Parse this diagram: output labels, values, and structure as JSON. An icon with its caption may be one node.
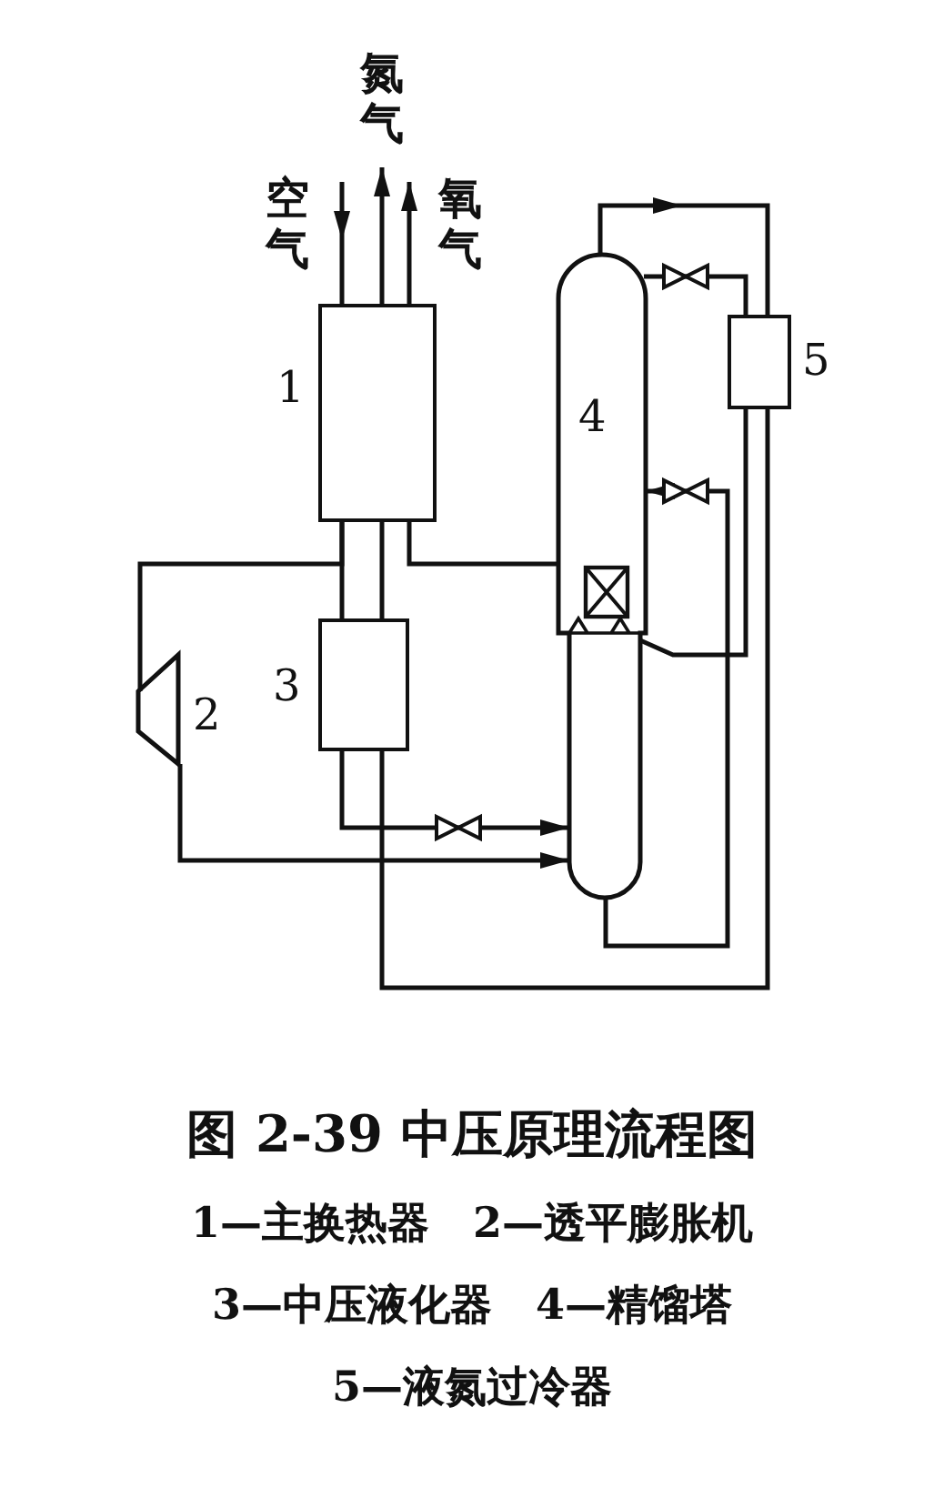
{
  "diagram": {
    "caption": "图 2-39 中压原理流程图",
    "nodes": [
      {
        "text": [],
        "shape": "box",
        "beside": [
          "1"
        ]
      },
      {
        "text": [],
        "shape": "trapezoid",
        "beside": [
          "2"
        ]
      },
      {
        "text": [],
        "shape": "box",
        "beside": [
          "3"
        ]
      },
      {
        "text": [
          "4"
        ]
      },
      {
        "text": [],
        "shape": "box",
        "beside": [
          "5"
        ]
      },
      {
        "text": [
          "空气"
        ]
      },
      {
        "text": [
          "氮气"
        ]
      },
      {
        "text": [
          "氧气"
        ]
      }
    ],
    "edges": [
      {
        "from": 5,
        "to": 0,
        "arrow": "to"
      },
      {
        "from": 0,
        "to": 1,
        "arrow": "none"
      },
      {
        "from": 0,
        "to": 2,
        "arrow": "none"
      },
      {
        "from": 1,
        "to": 3,
        "arrow": "to"
      },
      {
        "from": 2,
        "to": 3,
        "arrow": "to"
      },
      {
        "from": 3,
        "to": 4,
        "arrow": "to"
      },
      {
        "from": 4,
        "to": 2,
        "arrow": "none"
      },
      {
        "from": 2,
        "to": 0,
        "arrow": "none"
      },
      {
        "from": 0,
        "to": 6,
        "arrow": "to"
      },
      {
        "from": 3,
        "to": 0,
        "arrow": "none"
      },
      {
        "from": 0,
        "to": 7,
        "arrow": "to"
      },
      {
        "from": 3,
        "to": 4,
        "arrow": "none"
      },
      {
        "from": 4,
        "to": 3,
        "arrow": "none"
      },
      {
        "from": 3,
        "to": 3,
        "arrow": "to"
      }
    ],
    "labels": [
      "1—主换热器",
      "2—透平膨胀机",
      "3—中压液化器",
      "4—精馏塔",
      "5—液氮过冷器"
    ]
  }
}
